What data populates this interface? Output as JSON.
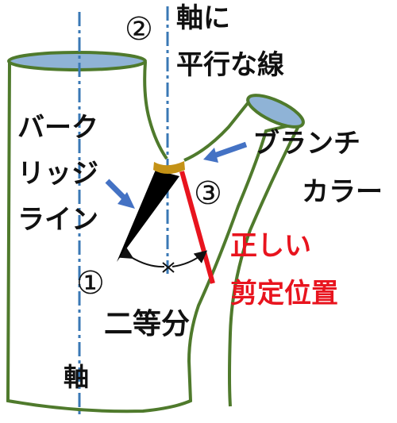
{
  "labels": {
    "circle_1": "①",
    "circle_2": "②",
    "circle_3": "③",
    "axis_parallel_line": [
      "軸に",
      "平行な線"
    ],
    "bark_ridge_line": [
      "バーク",
      "リッジ",
      "ライン"
    ],
    "branch_collar": [
      "ブランチ",
      "カラー"
    ],
    "correct_pruning_position": [
      "正しい",
      "剪定位置"
    ],
    "bisection": "二等分",
    "axis": "軸"
  },
  "colors": {
    "trunk_outline": "#4f7a2c",
    "trunk_rim_fill": "#8fb3d6",
    "axis_line": "#3a78b5",
    "arrow": "#4472c4",
    "bark_ridge_wedge": "#000000",
    "bark_ridge_cap": "#c49216",
    "cut_line": "#e8141e",
    "cut_label": "#e8141e",
    "text": "#111111"
  }
}
